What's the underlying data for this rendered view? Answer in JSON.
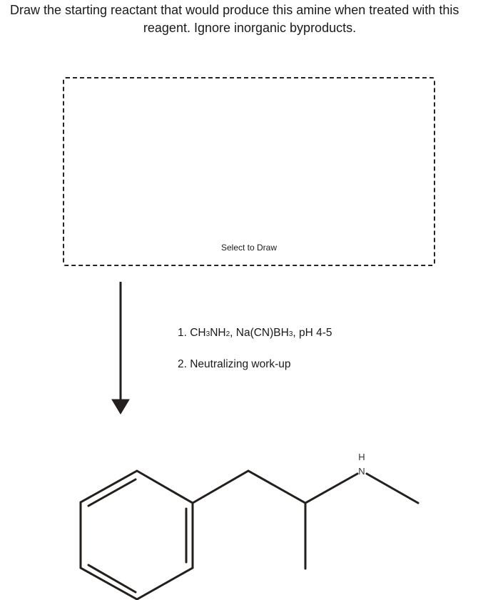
{
  "question": {
    "line1": "Draw the starting reactant that would produce this amine when treated with this",
    "line2": "reagent. Ignore inorganic byproducts."
  },
  "drawing_area": {
    "label": "Select to Draw"
  },
  "reagents": {
    "step1": {
      "prefix": "1. CH",
      "s1": "3",
      "mid1": "NH",
      "s2": "2",
      "mid2": ", Na(CN)BH",
      "s3": "3",
      "suffix": ", pH 4-5"
    },
    "step2": "2. Neutralizing work-up"
  },
  "product": {
    "atom_N": "N",
    "atom_H": "H"
  },
  "colors": {
    "ink": "#231f1c"
  }
}
